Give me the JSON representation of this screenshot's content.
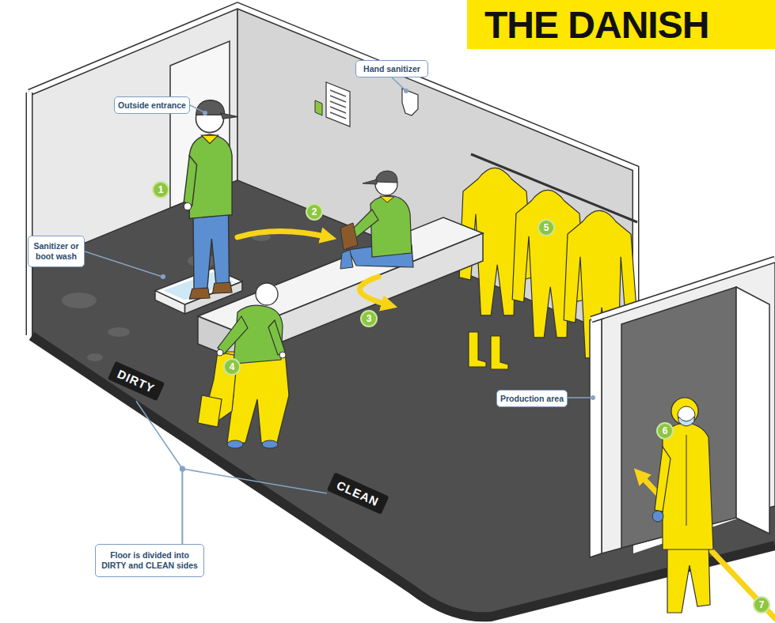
{
  "diagram": {
    "nodes": [
      {
        "text": [
          "THE DANISH"
        ]
      },
      {
        "text": [
          "Hand sanitizer"
        ]
      },
      {
        "text": [
          "Outside entrance"
        ]
      },
      {
        "text": [
          "1"
        ]
      },
      {
        "text": [
          "2"
        ]
      },
      {
        "text": [
          "5"
        ]
      },
      {
        "text": [
          "Sanitizer or boot wash"
        ]
      },
      {
        "text": [
          "3"
        ]
      },
      {
        "text": [
          "4"
        ]
      },
      {
        "text": [
          "DIRTY"
        ]
      },
      {
        "text": [
          "Production area"
        ]
      },
      {
        "text": [
          "6"
        ]
      },
      {
        "text": [
          "CLEAN"
        ]
      },
      {
        "text": [
          "Floor is divided into DIRTY and CLEAN sides"
        ]
      },
      {
        "text": [
          "7"
        ]
      }
    ],
    "edges": [
      {
        "from": 13,
        "to": 9,
        "arrow": "none"
      },
      {
        "from": 13,
        "to": 12,
        "arrow": "none"
      }
    ]
  }
}
